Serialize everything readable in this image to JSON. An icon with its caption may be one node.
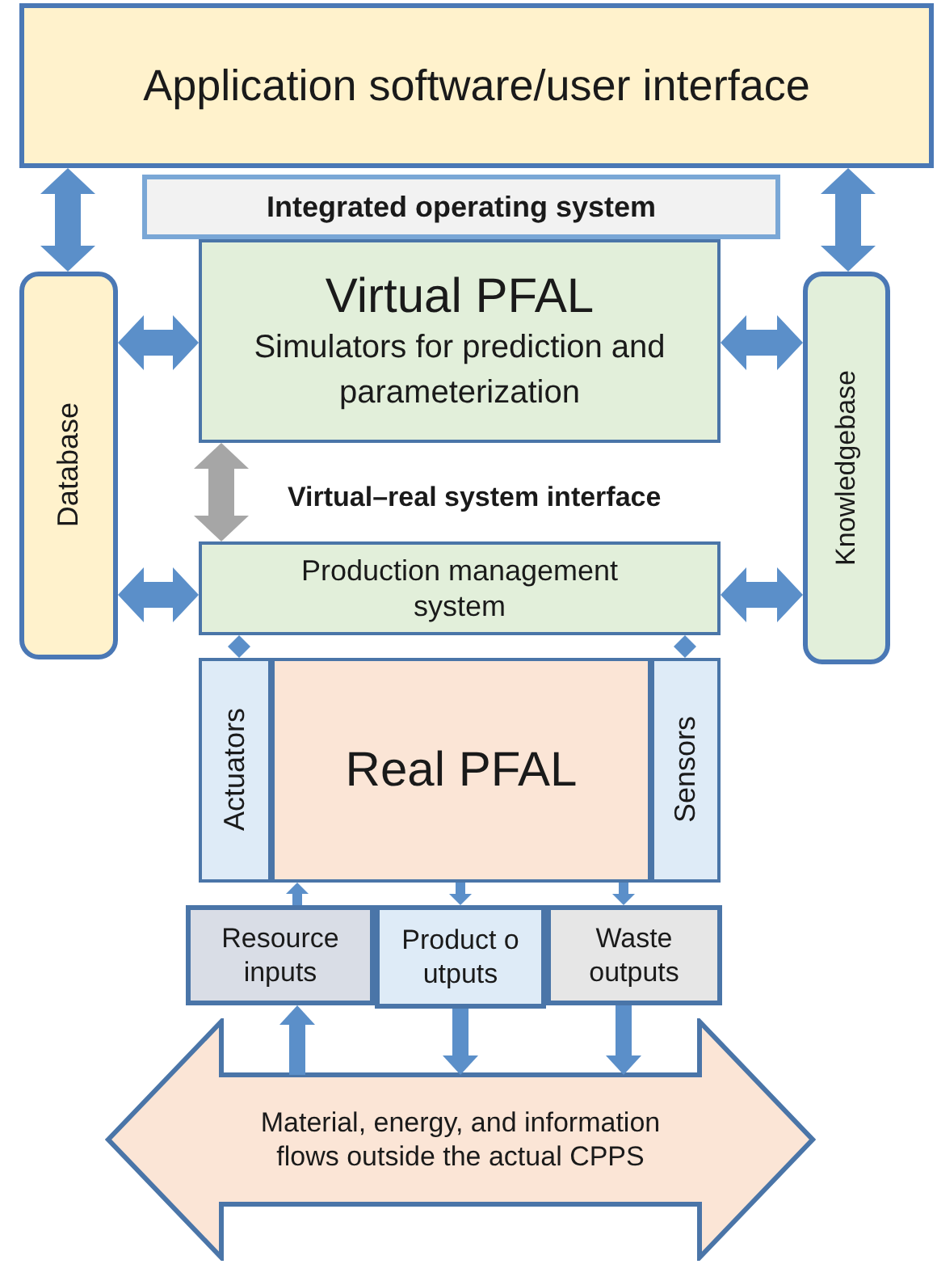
{
  "diagram": {
    "nodes": [
      {
        "text": [
          "Application software/user interface"
        ]
      },
      {
        "text": [
          "Integrated operating system"
        ]
      },
      {
        "text": [
          "Virtual PFAL",
          "Simulators for prediction and parameterization"
        ]
      },
      {
        "text": [
          "Database"
        ]
      },
      {
        "text": [
          "Knowledgebase"
        ]
      },
      {
        "text": [
          "Production management system"
        ]
      },
      {
        "text": [
          "Actuators"
        ]
      },
      {
        "text": [
          "Real PFAL"
        ]
      },
      {
        "text": [
          "Sensors"
        ]
      },
      {
        "text": [
          "Resource inputs"
        ]
      },
      {
        "text": [
          "Product o utputs"
        ]
      },
      {
        "text": [
          "Waste outputs"
        ]
      },
      {
        "text": [
          "Material, energy, and information flows outside the actual CPPS"
        ]
      }
    ],
    "edges": [
      {
        "from": 3,
        "to": 0,
        "arrow": "both"
      },
      {
        "from": 4,
        "to": 0,
        "arrow": "both"
      },
      {
        "from": 3,
        "to": 2,
        "arrow": "both"
      },
      {
        "from": 2,
        "to": 4,
        "arrow": "both"
      },
      {
        "from": 2,
        "to": 5,
        "arrow": "both",
        "color": "#a6a6a6"
      },
      {
        "from": 3,
        "to": 5,
        "arrow": "both"
      },
      {
        "from": 5,
        "to": 4,
        "arrow": "both"
      },
      {
        "from": 5,
        "to": 6,
        "arrow": "both"
      },
      {
        "from": 5,
        "to": 8,
        "arrow": "both"
      },
      {
        "from": 9,
        "to": 7,
        "arrow": "to"
      },
      {
        "from": 7,
        "to": 10,
        "arrow": "to"
      },
      {
        "from": 7,
        "to": 11,
        "arrow": "to"
      },
      {
        "from": 12,
        "to": 9,
        "arrow": "to"
      },
      {
        "from": 10,
        "to": 12,
        "arrow": "to"
      },
      {
        "from": 11,
        "to": 12,
        "arrow": "to"
      }
    ],
    "labels": [
      "Virtual–real system interface"
    ]
  }
}
